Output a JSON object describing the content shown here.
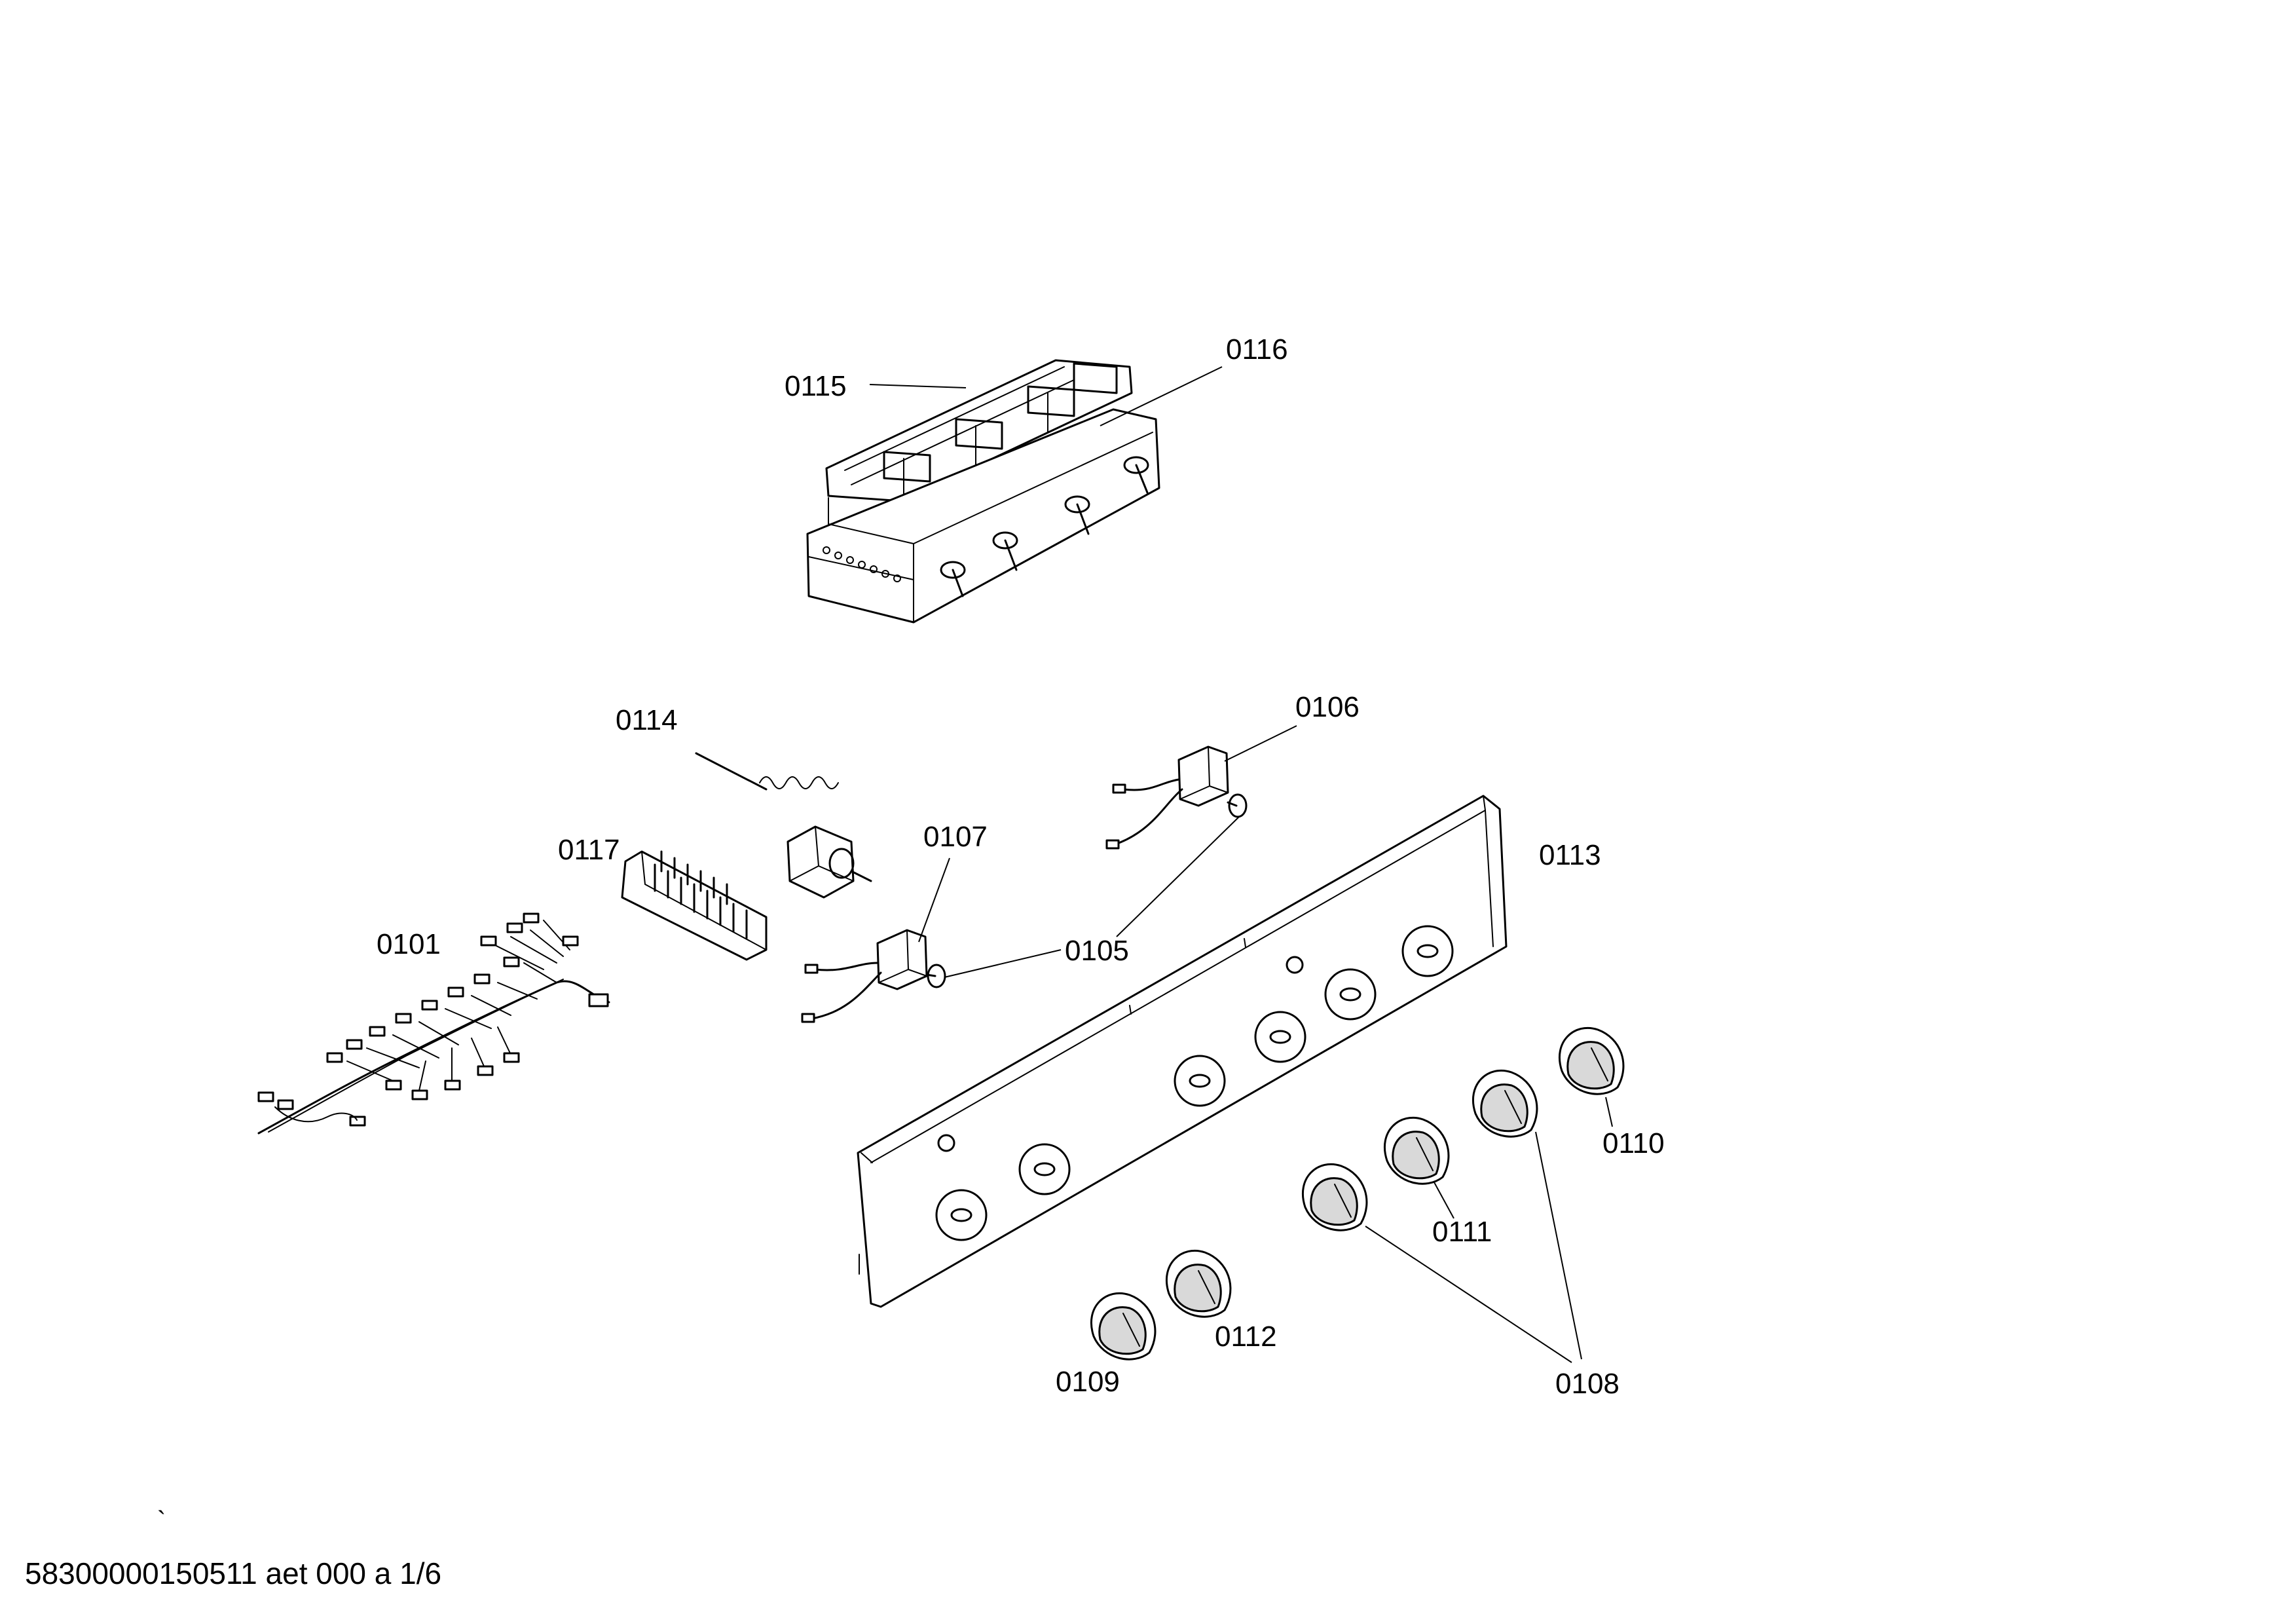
{
  "diagram": {
    "callouts": [
      {
        "id": "0115",
        "label": "0115"
      },
      {
        "id": "0116",
        "label": "0116"
      },
      {
        "id": "0114",
        "label": "0114"
      },
      {
        "id": "0106",
        "label": "0106"
      },
      {
        "id": "0117",
        "label": "0117"
      },
      {
        "id": "0107",
        "label": "0107"
      },
      {
        "id": "0113",
        "label": "0113"
      },
      {
        "id": "0101",
        "label": "0101"
      },
      {
        "id": "0105",
        "label": "0105"
      },
      {
        "id": "0110",
        "label": "0110"
      },
      {
        "id": "0111",
        "label": "0111"
      },
      {
        "id": "0112",
        "label": "0112"
      },
      {
        "id": "0109",
        "label": "0109"
      },
      {
        "id": "0108",
        "label": "0108"
      }
    ],
    "footer": {
      "document_code": "58300000150511 aet 000 a 1/6",
      "tick_mark": "`"
    }
  }
}
